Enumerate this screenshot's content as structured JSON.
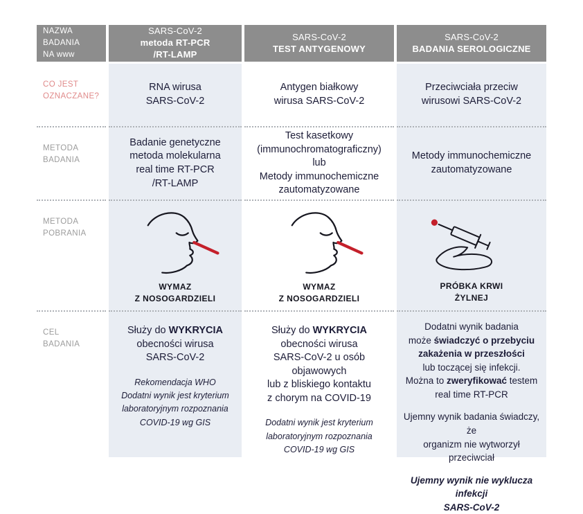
{
  "colors": {
    "header_bg": "#8d8d8d",
    "column_bg": "#e9edf3",
    "text": "#1d1d38",
    "accent_red": "#c4202b",
    "label_red": "#e08a8a",
    "label_gray": "#9c9c9c"
  },
  "header": {
    "row_label": "NAZWA\nBADANIA\nNA www",
    "cols": [
      {
        "line1": "SARS-CoV-2",
        "line2": "metoda RT-PCR\n/RT-LAMP"
      },
      {
        "line1": "SARS-CoV-2",
        "line2": "TEST ANTYGENOWY"
      },
      {
        "line1": "SARS-CoV-2",
        "line2": "BADANIA SEROLOGICZNE"
      }
    ]
  },
  "rows": {
    "oznaczane": {
      "label": "CO JEST\nOZNACZANE?",
      "col1": "RNA wirusa\nSARS-CoV-2",
      "col2": "Antygen białkowy\nwirusa SARS-CoV-2",
      "col3": "Przeciwciała przeciw\nwirusowi SARS-CoV-2"
    },
    "metoda_badania": {
      "label": "METODA\nBADANIA",
      "col1": "Badanie genetyczne\nmetoda molekularna\nreal time RT-PCR\n/RT-LAMP",
      "col2": "Test kasetkowy\n(immunochromatograficzny)\nlub\nMetody immunochemiczne\nzautomatyzowane",
      "col3": "Metody immunochemiczne\nzautomatyzowane"
    },
    "metoda_pobrania": {
      "label": "METODA\nPOBRANIA",
      "icons": {
        "col1": "face-swab-icon",
        "col2": "face-swab-icon",
        "col3": "hand-syringe-icon"
      },
      "col1_caption": "WYMAZ\nZ NOSOGARDZIELI",
      "col2_caption": "WYMAZ\nZ NOSOGARDZIELI",
      "col3_caption": "PRÓBKA KRWI\nŻYLNEJ"
    },
    "cel_badania": {
      "label": "CEL\nBADANIA",
      "col1": {
        "p1a": "Służy do ",
        "p1b": "WYKRYCIA",
        "p1c": "\nobecności wirusa\nSARS-CoV-2",
        "note": "Rekomendacja WHO\nDodatni wynik jest kryterium\nlaboratoryjnym rozpoznania\nCOVID-19 wg GIS"
      },
      "col2": {
        "p1a": "Służy do ",
        "p1b": "WYKRYCIA",
        "p1c": "\nobecności wirusa\nSARS-CoV-2 u osób\nobjawowych\nlub z bliskiego kontaktu\nz chorym na COVID-19",
        "note": "Dodatni wynik jest kryterium\nlaboratoryjnym rozpoznania\nCOVID-19 wg GIS"
      },
      "col3": {
        "p1a": "Dodatni wynik badania\nmoże ",
        "p1b": "świadczyć o przebyciu\nzakażenia w przeszłości",
        "p1c": "\nlub toczącej się infekcji.\nMożna to ",
        "p1d": "zweryfikować",
        "p1e": " testem\nreal time RT-PCR",
        "p2": "Ujemny wynik badania świadczy, że\norganizm nie wytworzył przeciwciał",
        "p3": "Ujemny wynik nie wyklucza infekcji\nSARS-CoV-2"
      }
    }
  }
}
